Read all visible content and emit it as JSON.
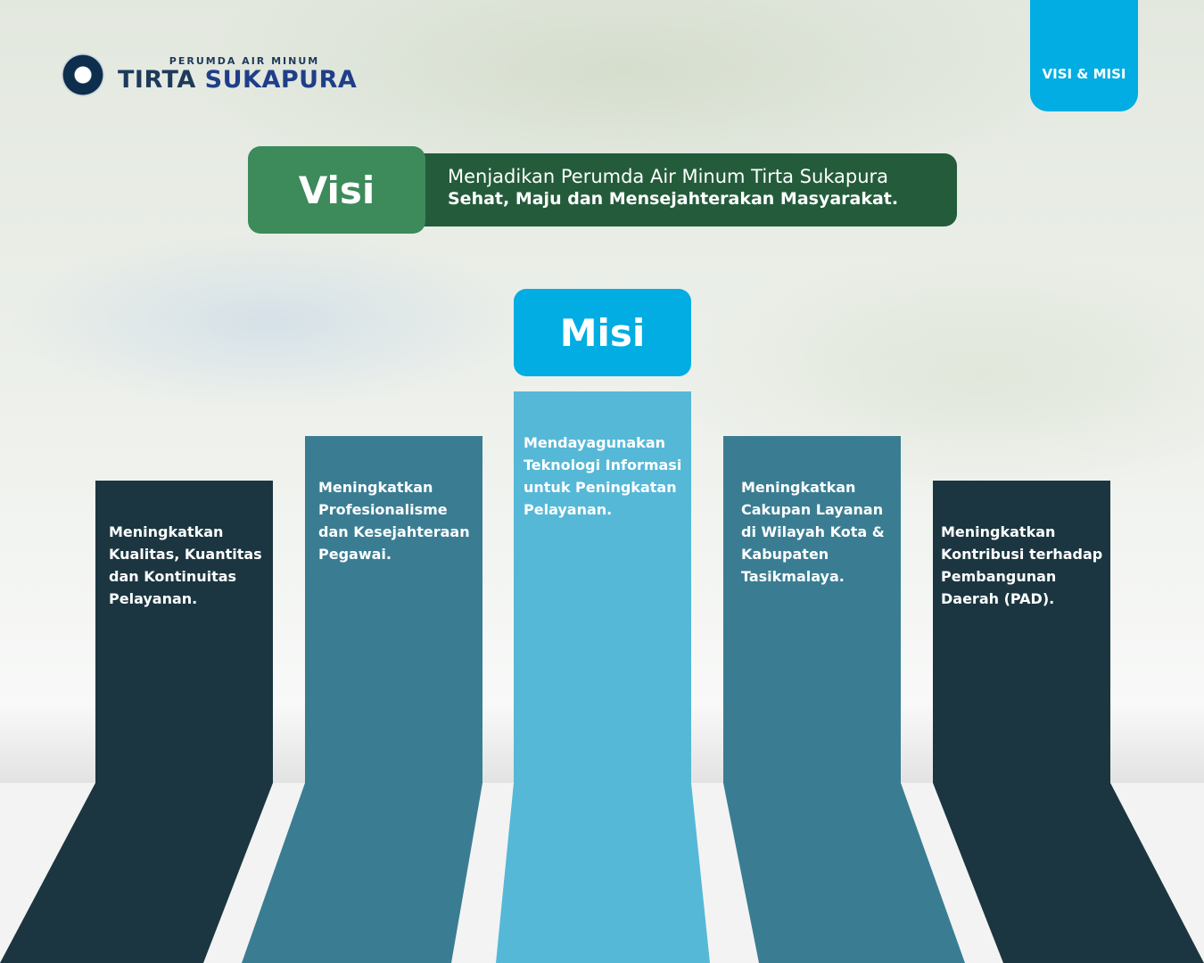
{
  "header": {
    "logo_subtitle": "PERUMDA AIR MINUM",
    "logo_word1": "TIRTA",
    "logo_word2": "SUKAPURA",
    "tab_label": "VISI & MISI"
  },
  "visi": {
    "label": "Visi",
    "line1": "Menjadikan Perumda Air Minum Tirta Sukapura",
    "line2": "Sehat, Maju dan Mensejahterakan Masyarakat."
  },
  "misi": {
    "label": "Misi",
    "items": [
      "Meningkatkan Kualitas, Kuantitas dan Kontinuitas Pelayanan.",
      "Meningkatkan Profesionalisme dan Kesejahteraan Pegawai.",
      "Mendayagunakan Teknologi Informasi untuk Peningkatan Pelayanan.",
      "Meningkatkan Cakupan Layanan di Wilayah Kota & Kabupaten Tasikmalaya.",
      "Meningkatkan Kontribusi terhadap Pembangunan Daerah (PAD)."
    ]
  },
  "colors": {
    "dark": "#1b3640",
    "mid": "#3a7d93",
    "light": "#56b8d7",
    "accent": "#01ade2",
    "visi_dark": "#245c3b",
    "visi_light": "#3d8a5a"
  }
}
